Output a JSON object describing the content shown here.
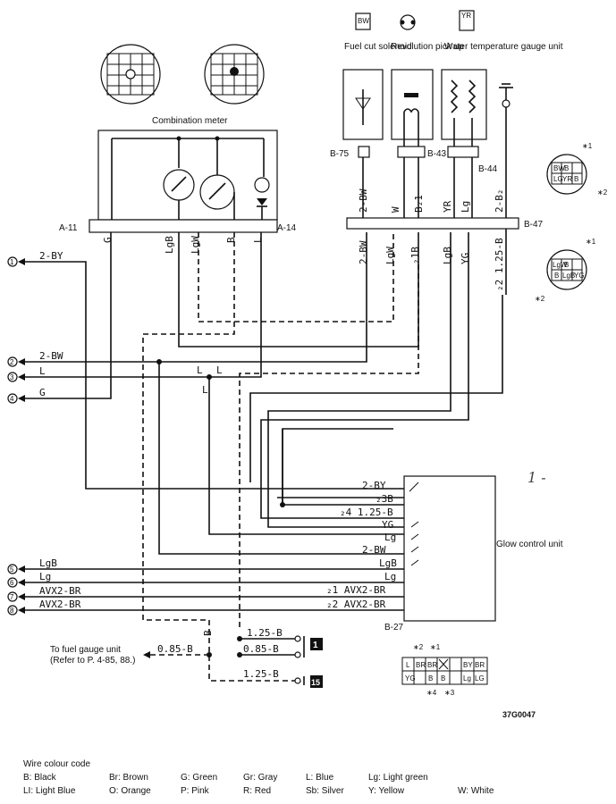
{
  "components": {
    "combination_meter": "Combination meter",
    "fuel_cut_solenoid": "Fuel cut solenoid",
    "revolution_pick_up": "Revolution pick up",
    "water_temp_gauge_unit": "Water temperature gauge unit",
    "glow_control_unit": "Glow control unit",
    "fuel_gauge_note_1": "To fuel gauge unit",
    "fuel_gauge_note_2": "(Refer to P. 4-85, 88.)"
  },
  "connectors": {
    "a11": "A-11",
    "a14": "A-14",
    "b75": "B-75",
    "b43": "B-43",
    "b44": "B-44",
    "b47": "B-47",
    "b27": "B-27"
  },
  "meter_pins": {
    "g": "G",
    "lgb": "LgB",
    "lgw": "LgW",
    "b": "B",
    "l": "L"
  },
  "b47_top_pins": [
    "2-BW",
    "W",
    "B₂1",
    "YR",
    "Lg",
    "2-B₂"
  ],
  "b47_bottom_pins": [
    "2-BW",
    "LgW",
    "₂1B",
    "LgB",
    "YG",
    "₂2 1.25-B"
  ],
  "terminals": [
    {
      "num": "1",
      "wire": "2-BY"
    },
    {
      "num": "2",
      "wire": "2-BW"
    },
    {
      "num": "3",
      "wire": "L"
    },
    {
      "num": "4",
      "wire": "G"
    },
    {
      "num": "5",
      "wire": "LgB"
    },
    {
      "num": "6",
      "wire": "Lg"
    },
    {
      "num": "7",
      "wire": "AVX2-BR"
    },
    {
      "num": "8",
      "wire": "AVX2-BR"
    }
  ],
  "mid_labels": {
    "l_left": "L",
    "l_right": "L",
    "l_down": "L"
  },
  "glow_pins": [
    "2-BY",
    "₂3B",
    "₂4 1.25-B",
    "YG",
    "Lg",
    "2-BW",
    "LgB",
    "Lg",
    "₂1 AVX2-BR",
    "₂2 AVX2-BR"
  ],
  "ground": {
    "b_vertical": "B",
    "w1": "1.25-B",
    "w2": "0.85-B",
    "w3": "0.85-B",
    "w4": "1.25-B",
    "badge1": "1",
    "badge2": "15"
  },
  "connector_small": {
    "top_cells": [
      "BW",
      "B",
      "LG",
      "YR",
      "B"
    ],
    "mid_cells": [
      "LgW",
      "B",
      "B",
      "LgB",
      "YG"
    ],
    "b27_cells": [
      "L",
      "BR",
      "BR",
      "",
      "BY",
      "BR",
      "YG",
      "",
      "B",
      "B",
      "",
      "Lg",
      "LG"
    ],
    "n1": "∗1",
    "n2": "∗2",
    "n3": "∗3",
    "n4": "∗4",
    "top_conn_a": "BW",
    "top_conn_b": "YR"
  },
  "figure_code": "37G0047",
  "wire_colour": {
    "heading": "Wire colour code",
    "row1": [
      "B:  Black",
      "Br:  Brown",
      "G:  Green",
      "Gr:  Gray",
      "L:  Blue",
      "Lg:  Light green"
    ],
    "row2": [
      "LI:  Light Blue",
      "O:  Orange",
      "P:  Pink",
      "R:  Red",
      "Sb:  Silver",
      "Y:  Yellow",
      "W:  White"
    ]
  },
  "handwritten_mark": "1 -"
}
